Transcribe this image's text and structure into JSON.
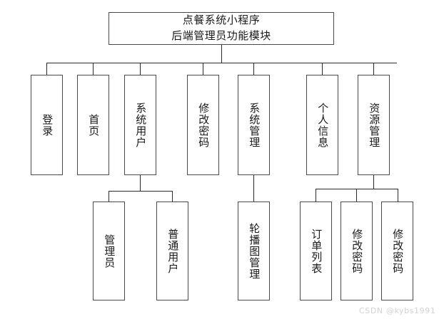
{
  "diagram": {
    "type": "tree-hierarchy-chart",
    "orientation": "top-down",
    "root": {
      "label": "点餐系统小程序\n后端管理员功能模块",
      "line1": "点餐系统小程序",
      "line2": "后端管理员功能模块"
    },
    "level2": [
      {
        "id": "login",
        "label": "登录"
      },
      {
        "id": "home",
        "label": "首页"
      },
      {
        "id": "sysuser",
        "label": "系统用户"
      },
      {
        "id": "chgpwd",
        "label": "修改密码"
      },
      {
        "id": "sysmgmt",
        "label": "系统管理"
      },
      {
        "id": "profile",
        "label": "个人信息"
      },
      {
        "id": "resmgmt",
        "label": "资源管理"
      }
    ],
    "level3": [
      {
        "id": "admin",
        "parent": "sysuser",
        "label": "管理员"
      },
      {
        "id": "normaluser",
        "parent": "sysuser",
        "label": "普通用户"
      },
      {
        "id": "carousel",
        "parent": "sysmgmt",
        "label": "轮播图管理"
      },
      {
        "id": "orderlist",
        "parent": "resmgmt",
        "label": "订单列表"
      },
      {
        "id": "chgpwd2",
        "parent": "resmgmt",
        "label": "修改密码"
      },
      {
        "id": "chgpwd3",
        "parent": "resmgmt",
        "label": "修改密码"
      }
    ]
  },
  "watermark": {
    "text": "CSDN @kybs1991"
  },
  "colors": {
    "background": "#ffffff",
    "box_border": "#4a4a4a",
    "edge": "#2b2b2b",
    "text": "#1a1a1a",
    "watermark": "#d2d2d2"
  }
}
